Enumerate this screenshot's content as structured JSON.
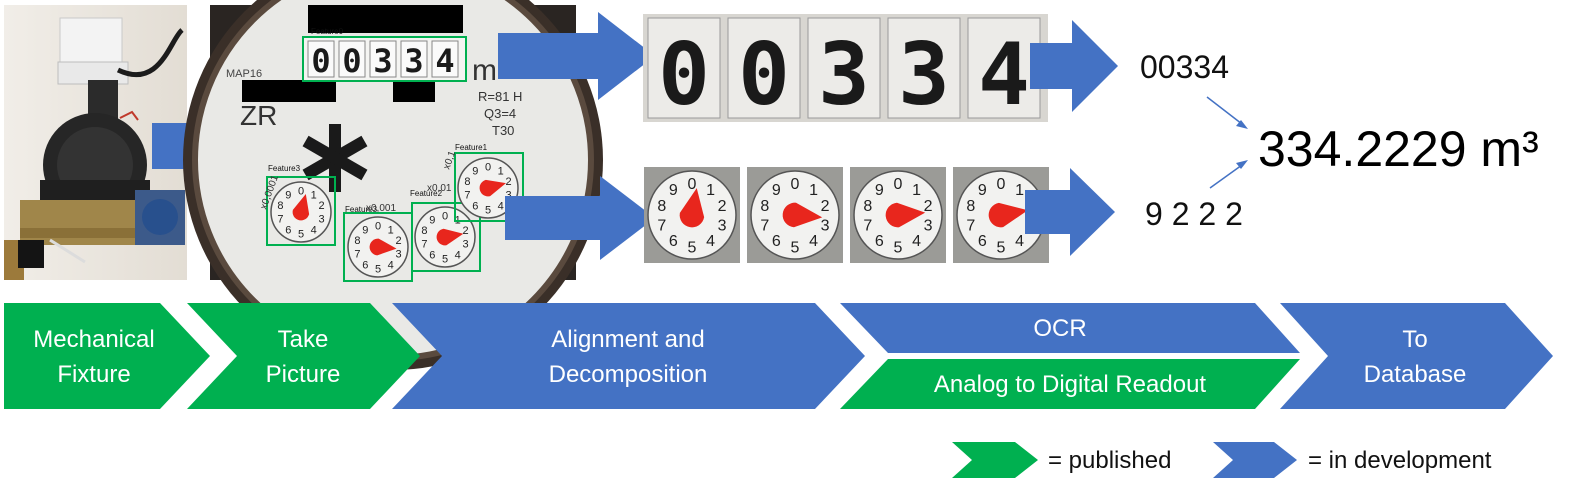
{
  "colors": {
    "published": "#00b050",
    "in_development": "#4472c4",
    "black": "#000000"
  },
  "photo": {
    "feature0": "Feature0",
    "feature1": "Feature1",
    "feature2": "Feature2",
    "feature3": "Feature3",
    "feature_left": "Feature3",
    "counter_digits": [
      "0",
      "0",
      "3",
      "3",
      "4"
    ],
    "unit_m": "m",
    "model": "MAP16",
    "zr": "ZR",
    "r_line": "R=81 H",
    "q_line": "Q3=4",
    "t_line": "T30",
    "x0001": "x0,001",
    "x001": "x0,01",
    "x01": "x0,1",
    "x0_0001": "x0,0001",
    "dial_numbers": [
      "9",
      "0",
      "1",
      "2",
      "3",
      "4",
      "5",
      "6",
      "7",
      "8"
    ]
  },
  "crops": {
    "digits": [
      "0",
      "0",
      "3",
      "3",
      "4"
    ],
    "dial_numbers": [
      "9",
      "0",
      "1",
      "2",
      "3",
      "4",
      "5",
      "6",
      "7",
      "8"
    ]
  },
  "readouts": {
    "digital": "00334",
    "analog": "9 2 2 2",
    "result": "334.2229 m³"
  },
  "pipeline": [
    {
      "label_lines": [
        "Mechanical",
        "Fixture"
      ],
      "status": "published"
    },
    {
      "label_lines": [
        "Take",
        "Picture"
      ],
      "status": "published"
    },
    {
      "label_lines": [
        "Alignment and",
        "Decomposition"
      ],
      "status": "in_development"
    },
    {
      "label_lines": [
        "OCR"
      ],
      "status": "in_development"
    },
    {
      "label_lines": [
        "Analog to Digital Readout"
      ],
      "status": "published"
    },
    {
      "label_lines": [
        "To",
        "Database"
      ],
      "status": "in_development"
    }
  ],
  "legend": {
    "published": "= published",
    "in_development": "= in development"
  }
}
